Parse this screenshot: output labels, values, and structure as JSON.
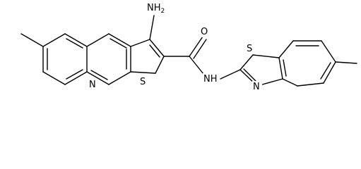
{
  "diagram": {
    "labels": {
      "nh2_main": "NH",
      "nh2_sub": "2",
      "o": "O",
      "n_quinoline": "N",
      "s_thiophene": "S",
      "nh_amide": "NH",
      "s_thiazole": "S",
      "n_thiazole": "N"
    }
  }
}
